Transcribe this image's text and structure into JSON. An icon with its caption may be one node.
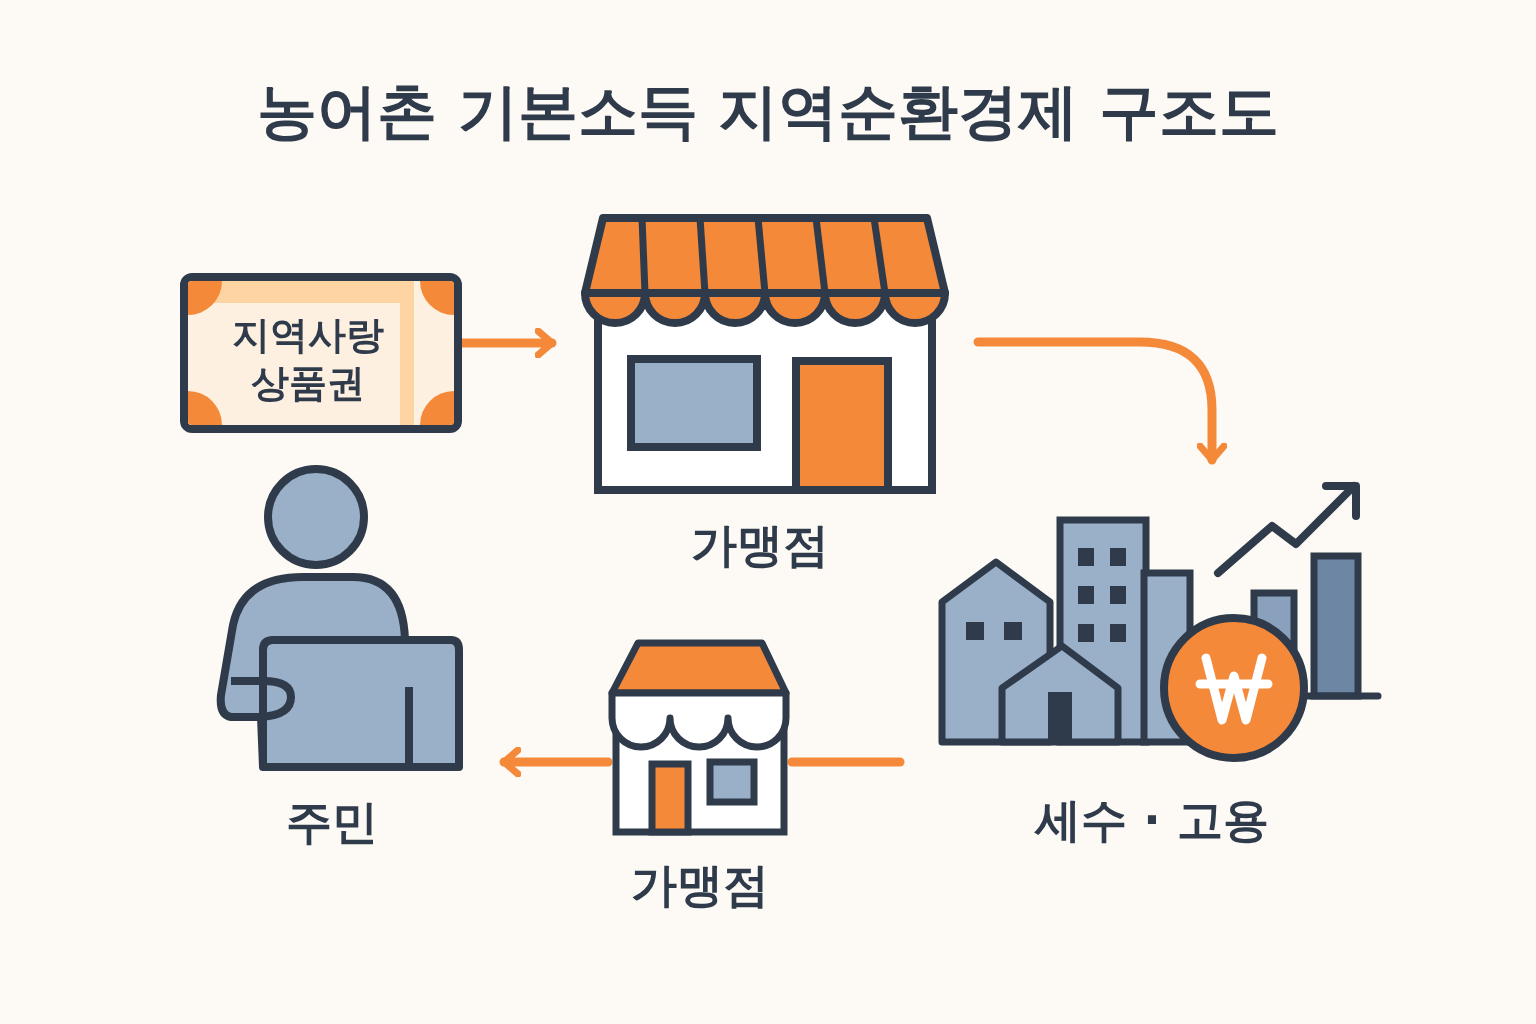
{
  "diagram": {
    "title": "농어촌 기본소득 지역순환경제 구조도",
    "nodes": [
      {
        "text": [
          "지역사랑 상품권"
        ]
      },
      {
        "text": [],
        "shape": "picture",
        "beside": [
          "가맹점"
        ]
      },
      {
        "text": [],
        "shape": "picture",
        "beside": [
          "세수 · 고용"
        ]
      },
      {
        "text": [],
        "shape": "picture",
        "beside": [
          "가맹점"
        ]
      },
      {
        "text": [],
        "shape": "person",
        "beside": [
          "주민"
        ]
      }
    ],
    "edges": [
      {
        "from": 0,
        "to": 1,
        "arrow": "to"
      },
      {
        "from": 1,
        "to": 2,
        "arrow": "to"
      },
      {
        "from": 2,
        "to": 3,
        "arrow": "none"
      },
      {
        "from": 3,
        "to": 4,
        "arrow": "to"
      }
    ]
  }
}
